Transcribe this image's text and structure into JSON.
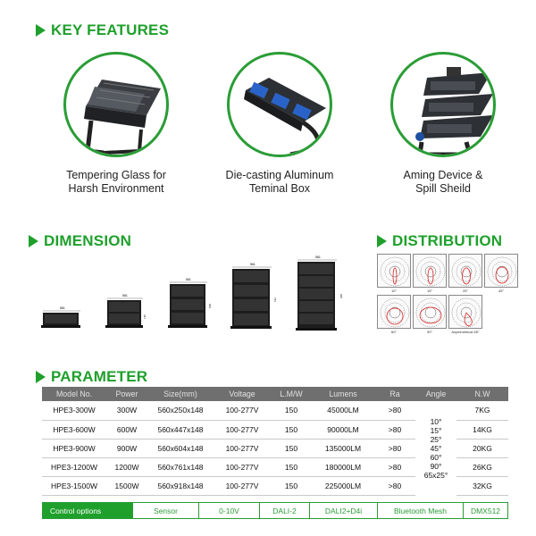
{
  "sections": {
    "features": "KEY FEATURES",
    "dimension": "DIMENSION",
    "distribution": "DISTRIBUTION",
    "parameter": "PARAMETER"
  },
  "features": [
    {
      "line1": "Tempering Glass for",
      "line2": "Harsh Environment"
    },
    {
      "line1": "Die-casting Aluminum",
      "line2": "Teminal Box"
    },
    {
      "line1": "Aming Device &",
      "line2": "Spill Sheild"
    }
  ],
  "dimensions": [
    {
      "width_label": "561",
      "height_label": "250"
    },
    {
      "width_label": "561",
      "height_label": "447"
    },
    {
      "width_label": "561",
      "height_label": "604"
    },
    {
      "width_label": "561",
      "height_label": "761"
    },
    {
      "width_label": "561",
      "height_label": "918"
    }
  ],
  "distribution": [
    "10°",
    "15°",
    "25°",
    "45°",
    "60°",
    "90°",
    "Asymmetrical 65°"
  ],
  "table": {
    "headers": [
      "Model No.",
      "Power",
      "Size(mm)",
      "Voltage",
      "L.M/W",
      "Lumens",
      "Ra",
      "Angle",
      "N.W"
    ],
    "rows": [
      [
        "HPE3-300W",
        "300W",
        "560x250x148",
        "100-277V",
        "150",
        "45000LM",
        ">80",
        "7KG"
      ],
      [
        "HPE3-600W",
        "600W",
        "560x447x148",
        "100-277V",
        "150",
        "90000LM",
        ">80",
        "14KG"
      ],
      [
        "HPE3-900W",
        "900W",
        "560x604x148",
        "100-277V",
        "150",
        "135000LM",
        ">80",
        "20KG"
      ],
      [
        "HPE3-1200W",
        "1200W",
        "560x761x148",
        "100-277V",
        "150",
        "180000LM",
        ">80",
        "26KG"
      ],
      [
        "HPE3-1500W",
        "1500W",
        "560x918x148",
        "100-277V",
        "150",
        "225000LM",
        ">80",
        "32KG"
      ]
    ],
    "angles": [
      "10°",
      "15°",
      "25°",
      "45°",
      "60°",
      "90°",
      "65x25°"
    ]
  },
  "controls": {
    "label": "Control options",
    "options": [
      "Sensor",
      "0-10V",
      "DALI-2",
      "DALI2+D4i",
      "Bluetooth Mesh",
      "DMX512"
    ]
  },
  "colors": {
    "accent": "#1fa02c",
    "header_gray": "#6f6f6f"
  }
}
